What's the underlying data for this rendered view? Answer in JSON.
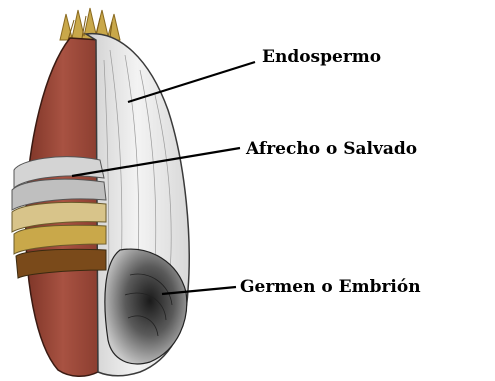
{
  "labels": {
    "endosperm": "Endospermo",
    "bran": "Afrecho o  Salvado",
    "germ": "Germen o Embrión"
  },
  "colors": {
    "outer_shell": "#9b4a3a",
    "endosperm": "#e6e6e6",
    "germ": "#3a3a3a",
    "bran_layers": "#d9c48a",
    "brush": "#c9a84a",
    "ink": "#000000"
  }
}
